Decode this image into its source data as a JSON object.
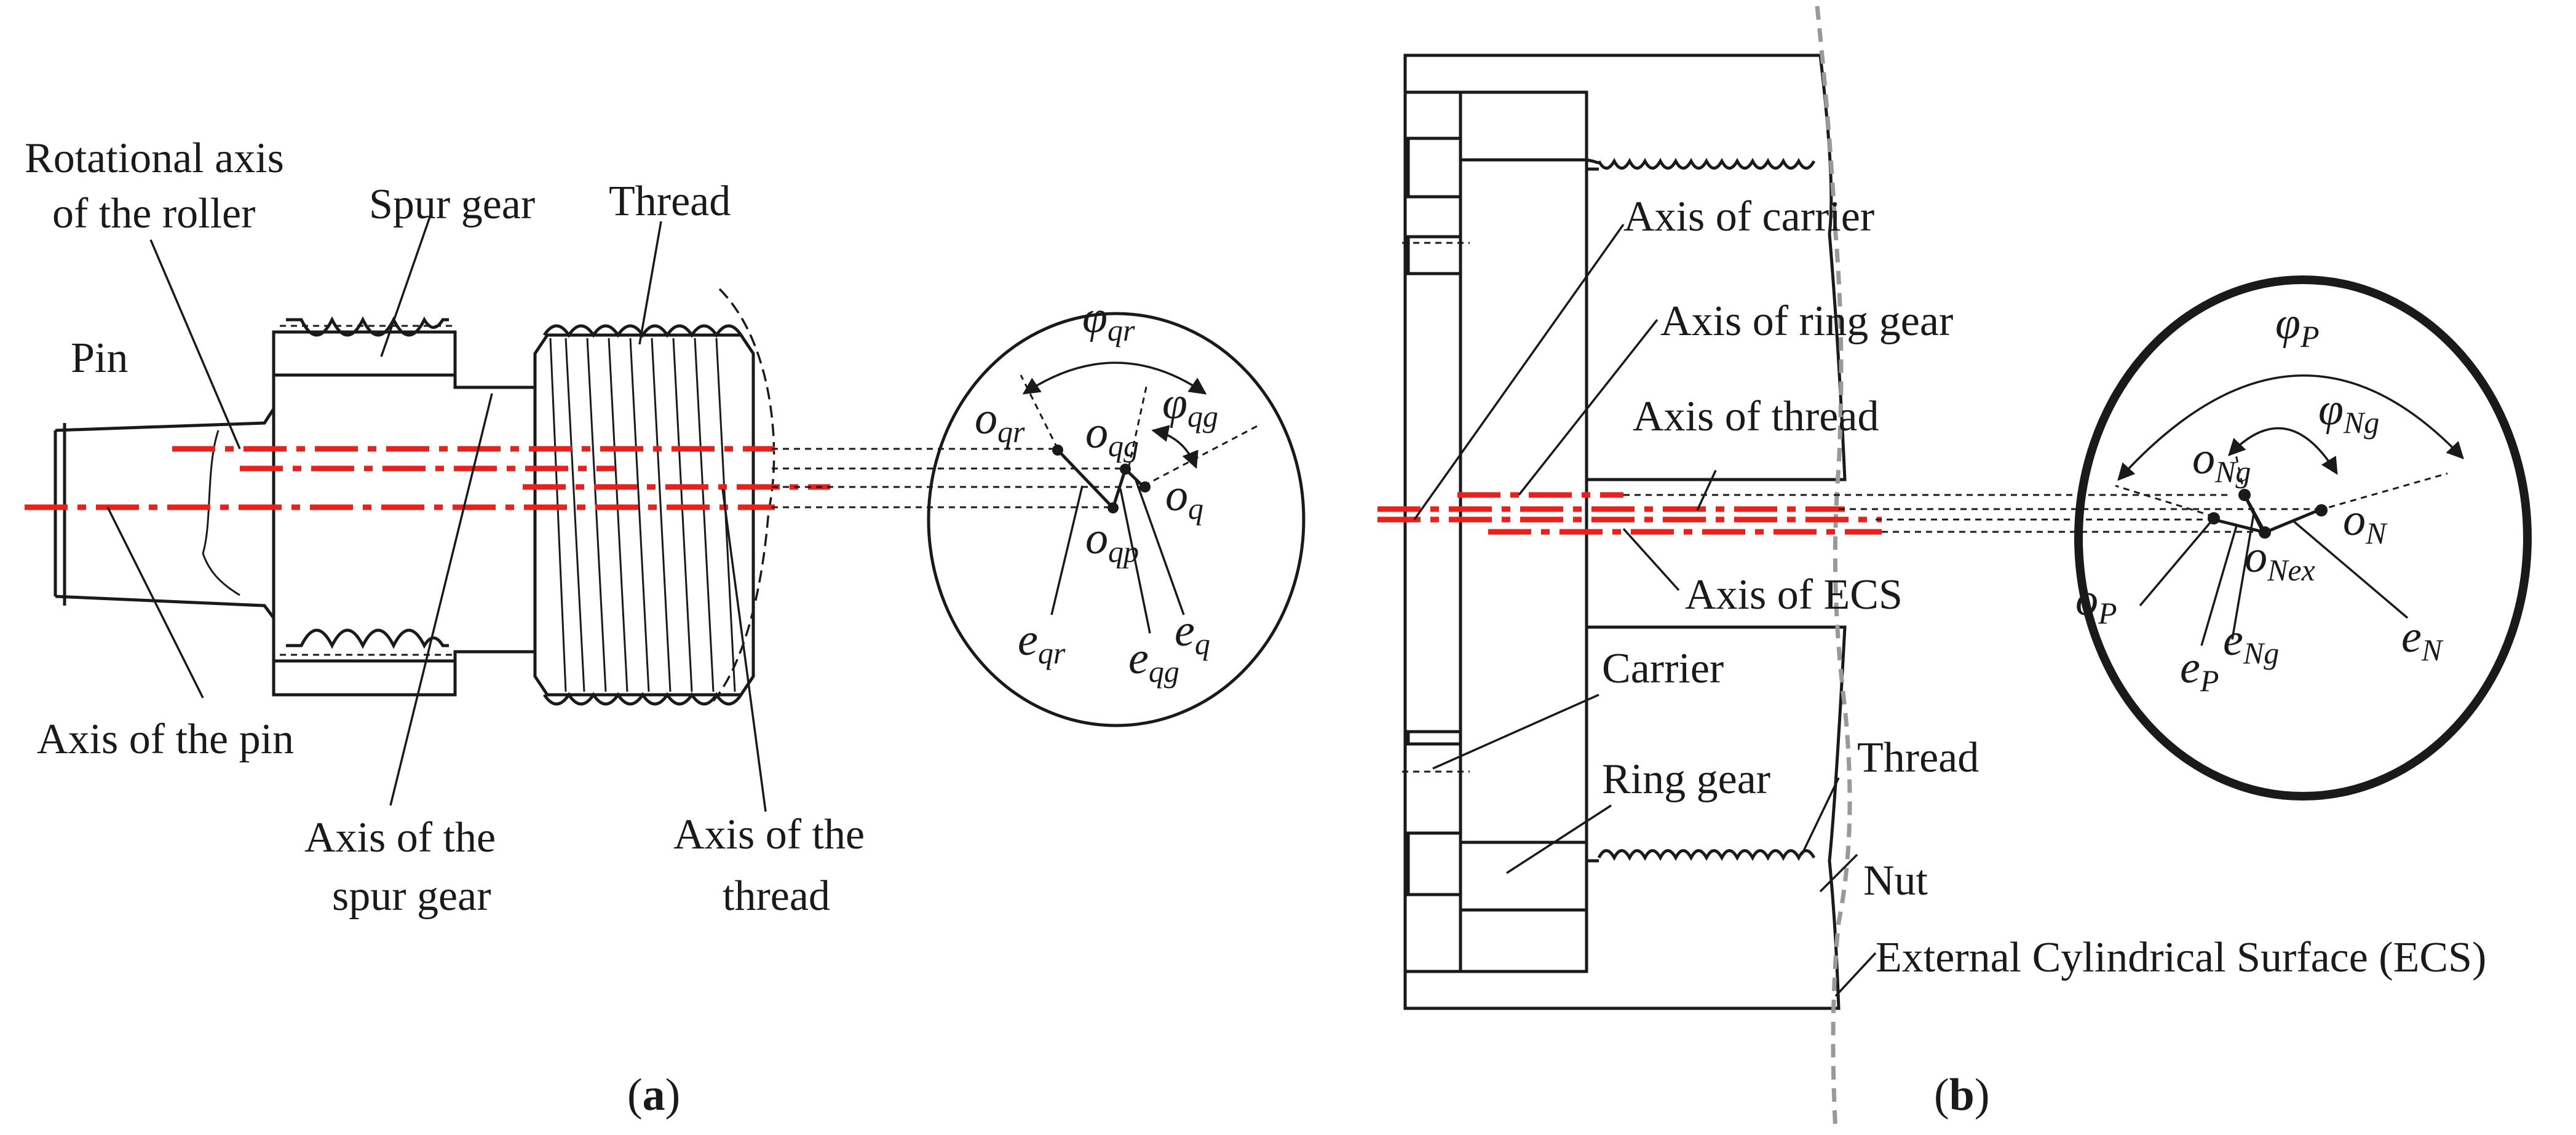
{
  "panel_a": {
    "caption": {
      "open": "(",
      "letter": "a",
      "close": ")"
    },
    "labels": {
      "rotational_axis_line1": "Rotational axis",
      "rotational_axis_line2": "of the roller",
      "spur_gear": "Spur gear",
      "thread": "Thread",
      "pin": "Pin",
      "axis_of_pin": "Axis of the pin",
      "axis_of_spur_gear_line1": "Axis of the",
      "axis_of_spur_gear_line2": "spur gear",
      "axis_of_thread_line1": "Axis of the",
      "axis_of_thread_line2": "thread"
    },
    "symbols": {
      "phi": "φ",
      "phi_qr_sub": "qr",
      "phi_qg_sub": "qg",
      "o": "o",
      "o_qr_sub": "qr",
      "o_qg_sub": "qg",
      "o_q_sub": "q",
      "o_qp_sub": "qp",
      "e": "e",
      "e_qr_sub": "qr",
      "e_qg_sub": "qg",
      "e_q_sub": "q"
    }
  },
  "panel_b": {
    "caption": {
      "open": "(",
      "letter": "b",
      "close": ")"
    },
    "labels": {
      "axis_of_carrier": "Axis of carrier",
      "axis_of_ring_gear": "Axis of ring gear",
      "axis_of_thread": "Axis of thread",
      "axis_of_ecs": "Axis of ECS",
      "carrier": "Carrier",
      "ring_gear": "Ring gear",
      "thread": "Thread",
      "nut": "Nut",
      "ecs": "External Cylindrical Surface (ECS)"
    },
    "symbols": {
      "phi": "φ",
      "phi_p_sub": "P",
      "phi_ng_sub": "Ng",
      "o": "o",
      "o_ng_sub": "Ng",
      "o_n_sub": "N",
      "o_p_sub": "P",
      "o_nex_sub": "Nex",
      "e": "e",
      "e_p_sub": "P",
      "e_ng_sub": "Ng",
      "e_n_sub": "N"
    }
  },
  "colors": {
    "axis": "#e8211d",
    "ecs_boundary": "#999999",
    "ink": "#1a1a1a"
  }
}
